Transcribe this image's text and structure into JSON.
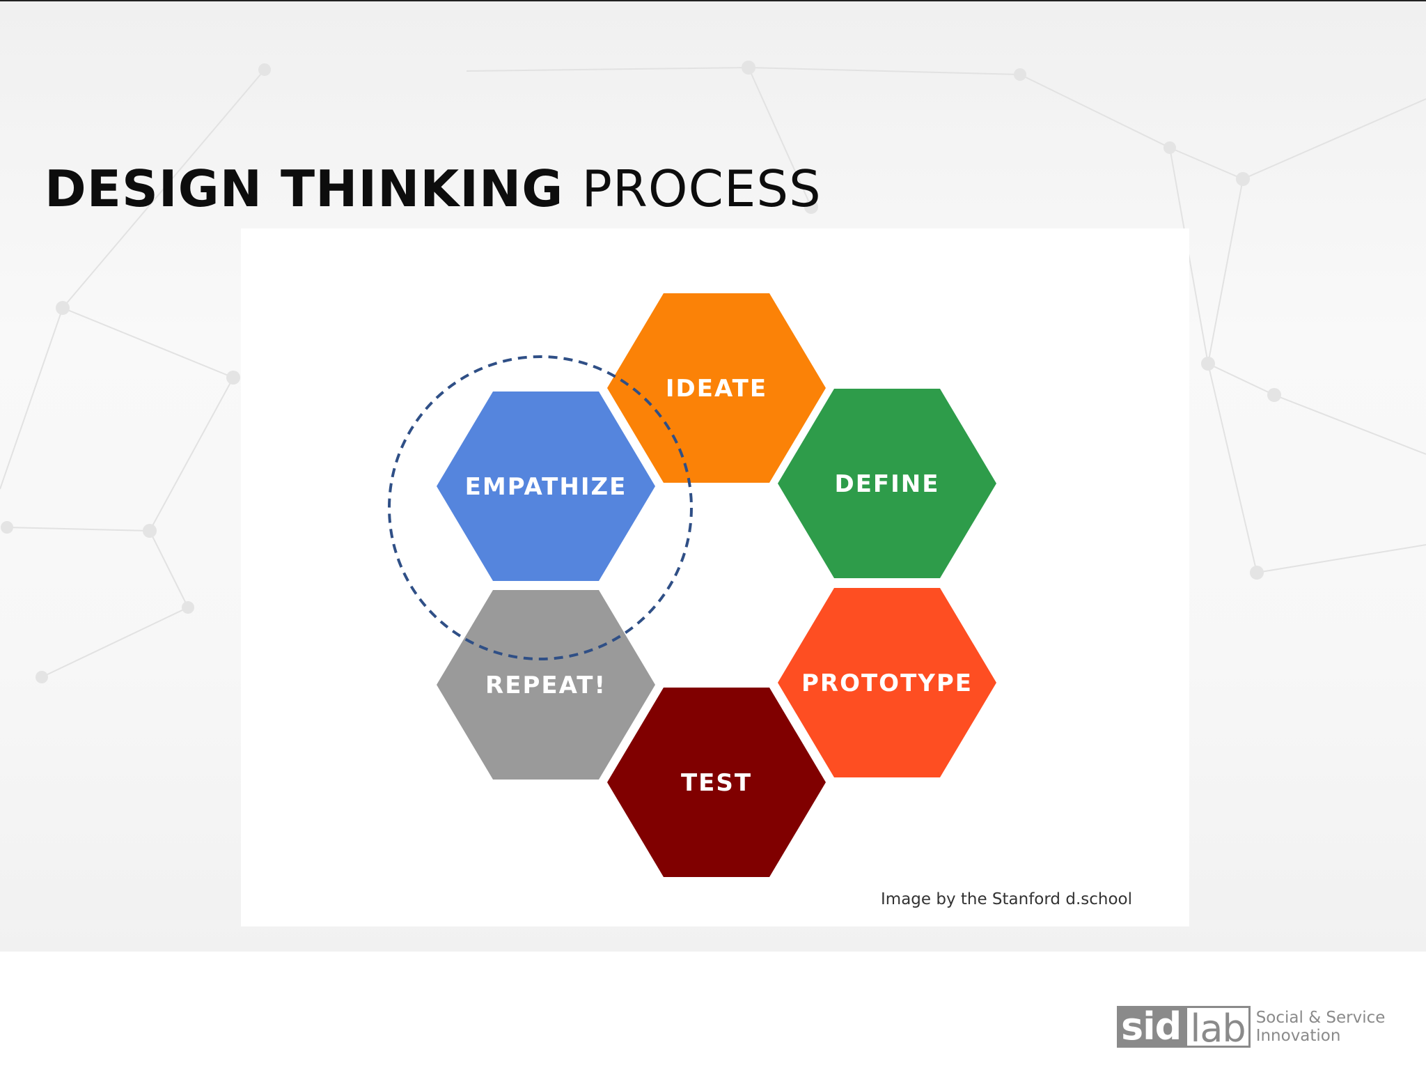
{
  "slide": {
    "title_bold": "DESIGN THINKING",
    "title_light": "PROCESS"
  },
  "diagram": {
    "hexagons": [
      {
        "key": "empathize",
        "label": "EMPATHIZE",
        "color": "#5585dd"
      },
      {
        "key": "ideate",
        "label": "IDEATE",
        "color": "#fb8207"
      },
      {
        "key": "define",
        "label": "DEFINE",
        "color": "#2e9c4a"
      },
      {
        "key": "prototype",
        "label": "PROTOTYPE",
        "color": "#fe4e22"
      },
      {
        "key": "test",
        "label": "TEST",
        "color": "#800000"
      },
      {
        "key": "repeat",
        "label": "REPEAT!",
        "color": "#9a9a9a"
      }
    ],
    "highlight": {
      "target": "empathize",
      "style": "dashed circle",
      "color": "#2f4f86"
    },
    "credit": "Image by the Stanford d.school"
  },
  "logo": {
    "sid": "sid",
    "lab": "lab",
    "tagline_1": "Social & Service",
    "tagline_2": "Innovation"
  },
  "colors": {
    "background": "#f5f5f5",
    "title": "#0d0d0d"
  }
}
